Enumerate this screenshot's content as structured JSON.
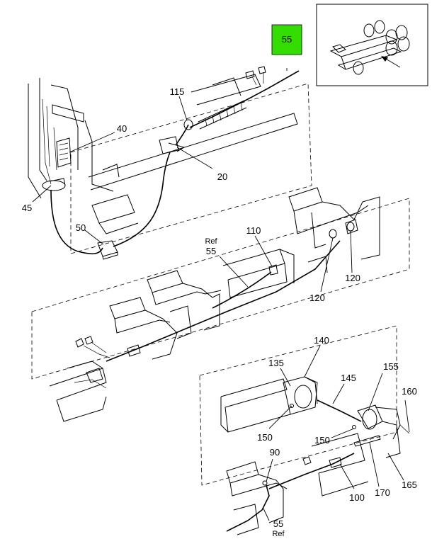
{
  "highlight": {
    "label": "55",
    "color": "#33dd00"
  },
  "callouts": {
    "c40": "40",
    "c45": "45",
    "c50": "50",
    "c115": "115",
    "c20": "20",
    "c110": "110",
    "c55ref_a_num": "55",
    "c55ref_a_ref": "Ref",
    "c120a": "120",
    "c120b": "120",
    "c140": "140",
    "c135": "135",
    "c145": "145",
    "c155": "155",
    "c160": "160",
    "c150a": "150",
    "c150b": "150",
    "c90": "90",
    "c100": "100",
    "c170": "170",
    "c165": "165",
    "c55ref_b_num": "55",
    "c55ref_b_ref": "Ref"
  },
  "inset": {
    "icon": "truck-chassis-locator-icon"
  }
}
